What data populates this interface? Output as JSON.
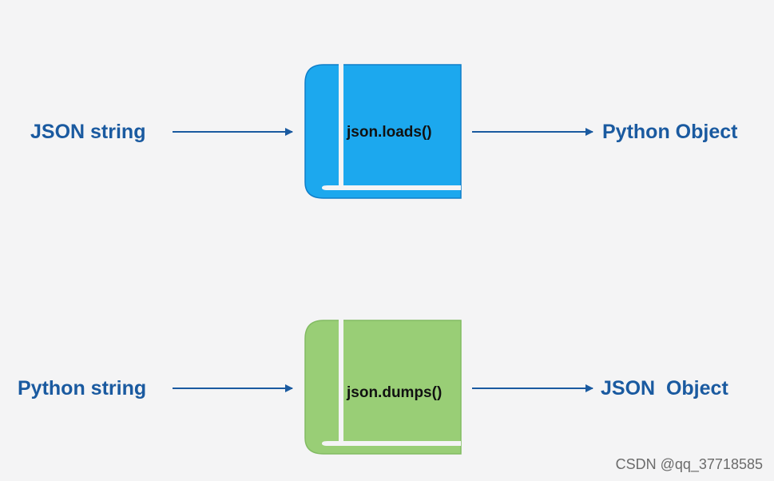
{
  "colors": {
    "text_blue": "#1a5aa0",
    "arrow": "#1a5aa0",
    "book_blue": "#1ca8ee",
    "book_blue_border": "#0f7ec9",
    "book_green": "#99ce76",
    "book_green_border": "#82bb62",
    "background": "#f4f4f5"
  },
  "rows": [
    {
      "input_label": "JSON string",
      "function_label": "json.loads()",
      "output_label": "Python Object",
      "book_color": "blue"
    },
    {
      "input_label": "Python string",
      "function_label": "json.dumps()",
      "output_label": "JSON  Object",
      "book_color": "green"
    }
  ],
  "watermark": "CSDN @qq_37718585"
}
